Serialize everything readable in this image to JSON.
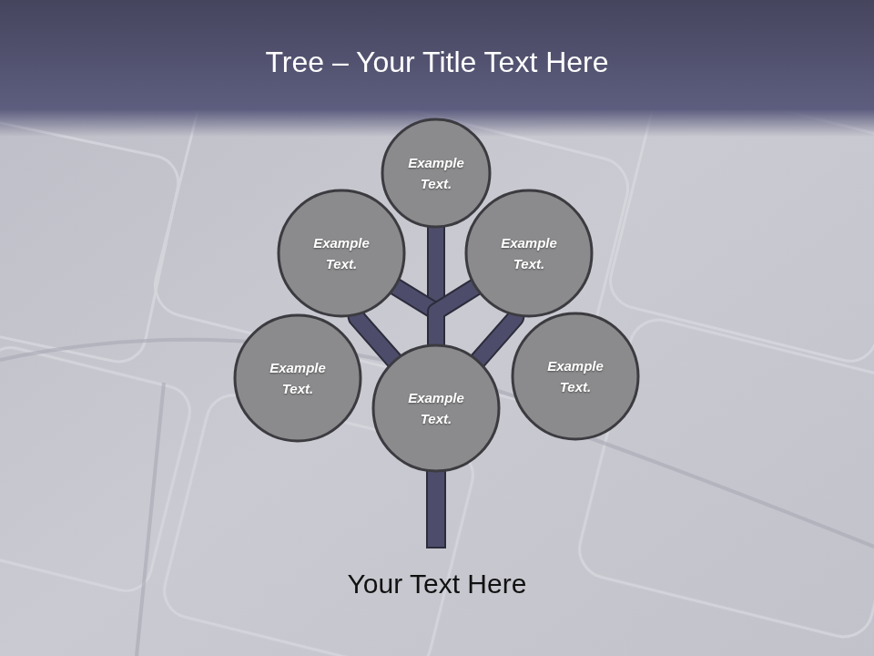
{
  "diagram": {
    "title": "Tree – Your Title Text Here",
    "caption": "Your Text Here",
    "nodes": [
      {
        "text": [
          "Example Text."
        ]
      },
      {
        "text": [
          "Example Text."
        ]
      },
      {
        "text": [
          "Example Text."
        ]
      },
      {
        "text": [
          "Example Text."
        ]
      },
      {
        "text": [
          "Example Text."
        ]
      },
      {
        "text": [
          "Example Text."
        ]
      }
    ],
    "edges": [
      {
        "from": 4,
        "to": 0,
        "arrow": "none"
      },
      {
        "from": 1,
        "to": 4,
        "arrow": "none"
      },
      {
        "from": 2,
        "to": 4,
        "arrow": "none"
      },
      {
        "from": 1,
        "to": 4,
        "arrow": "none"
      },
      {
        "from": 2,
        "to": 4,
        "arrow": "none"
      }
    ]
  }
}
